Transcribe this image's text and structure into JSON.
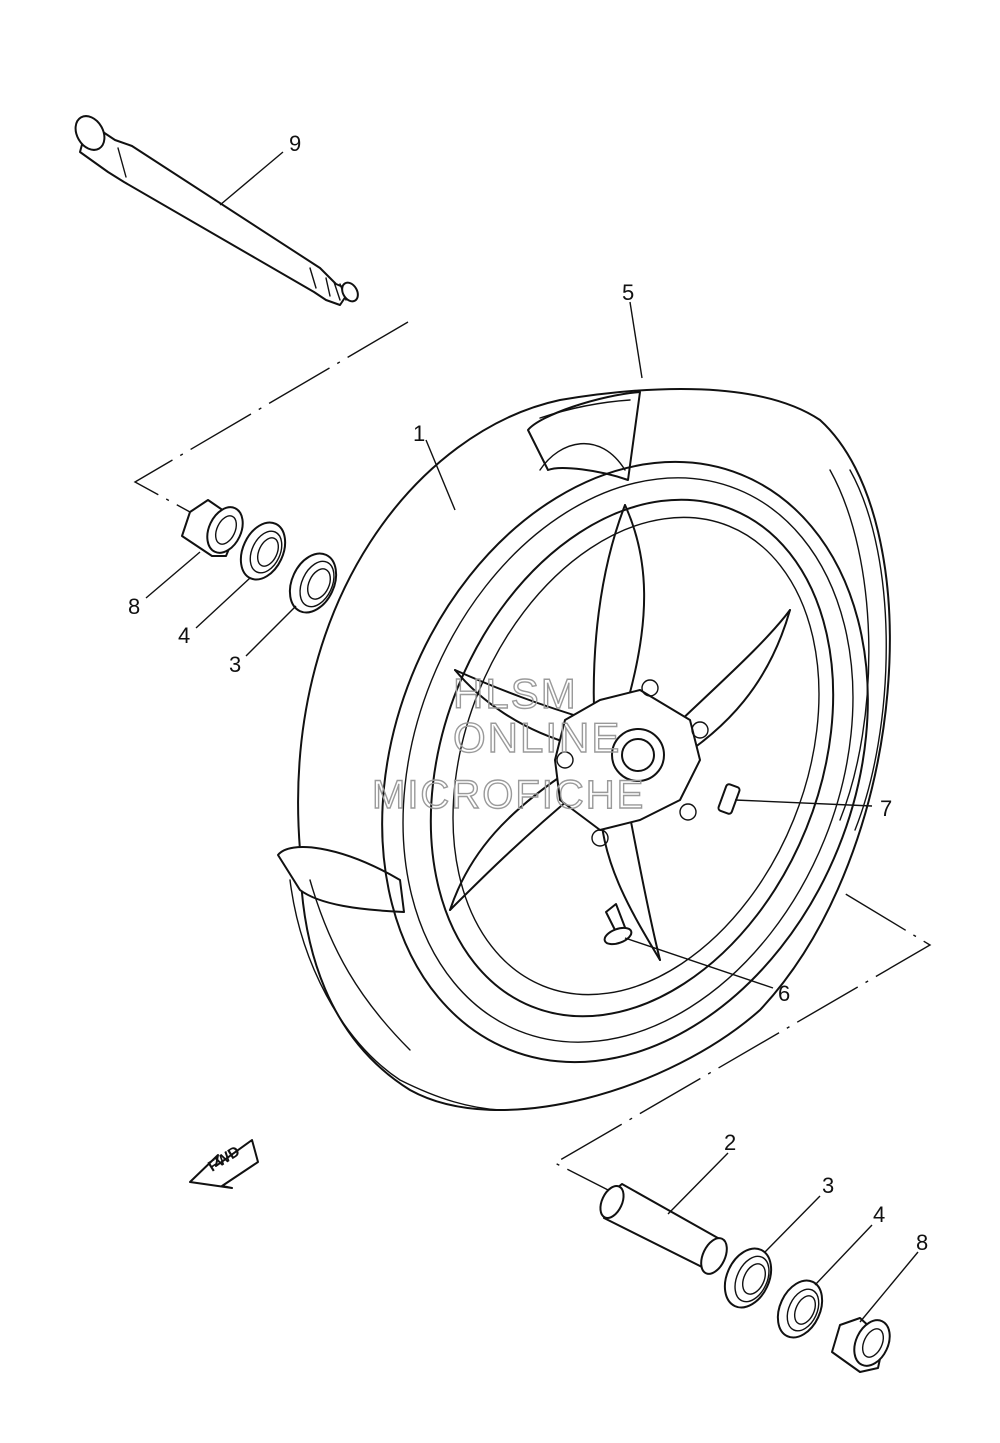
{
  "callouts": [
    {
      "id": "axle",
      "label": "9"
    },
    {
      "id": "tire",
      "label": "5"
    },
    {
      "id": "wheel",
      "label": "1"
    },
    {
      "id": "collar-left",
      "label": "8"
    },
    {
      "id": "oil-seal-left",
      "label": "4"
    },
    {
      "id": "bearing-left",
      "label": "3"
    },
    {
      "id": "balance-weight",
      "label": "7"
    },
    {
      "id": "valve",
      "label": "6"
    },
    {
      "id": "spacer",
      "label": "2"
    },
    {
      "id": "bearing-right",
      "label": "3"
    },
    {
      "id": "oil-seal-right",
      "label": "4"
    },
    {
      "id": "collar-right",
      "label": "8"
    }
  ],
  "direction_marker": "FWD",
  "watermark": [
    "HLSM",
    "ONLINE",
    "MICROFICHE"
  ]
}
